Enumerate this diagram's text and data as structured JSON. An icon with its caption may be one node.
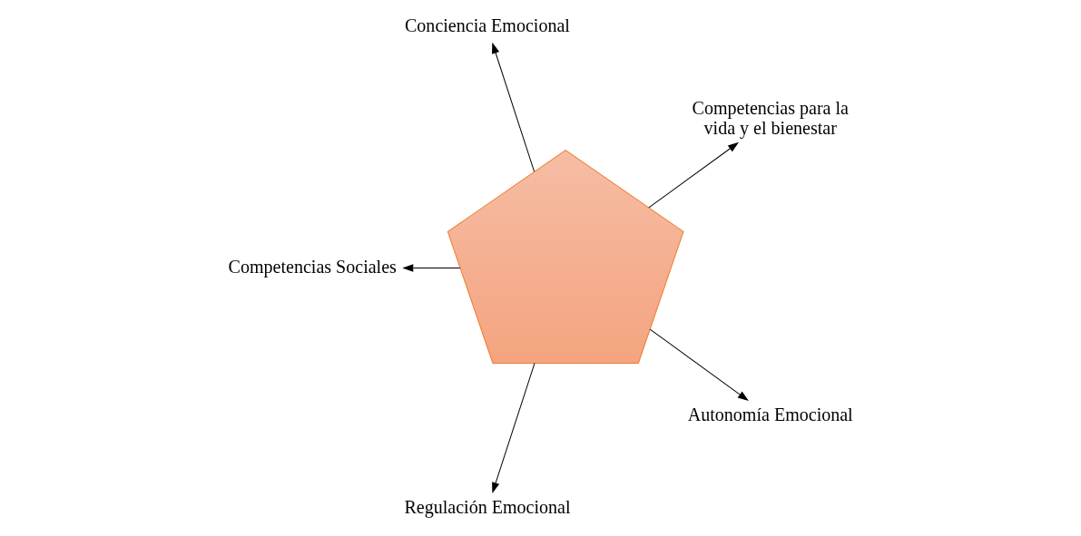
{
  "diagram": {
    "nodes": [
      {
        "text": [],
        "shape": "pentagon"
      },
      {
        "text": [
          "Competencias para la vida y el bienestar"
        ]
      },
      {
        "text": [
          "Conciencia Emocional"
        ]
      },
      {
        "text": [
          "Competencias Sociales"
        ]
      },
      {
        "text": [
          "Regulación Emocional"
        ]
      },
      {
        "text": [
          "Autonomía Emocional"
        ]
      }
    ],
    "edges": [
      {
        "from": 0,
        "to": 1,
        "arrow": "to"
      },
      {
        "from": 0,
        "to": 2,
        "arrow": "to"
      },
      {
        "from": 0,
        "to": 3,
        "arrow": "to"
      },
      {
        "from": 0,
        "to": 4,
        "arrow": "to"
      },
      {
        "from": 0,
        "to": 5,
        "arrow": "to"
      }
    ]
  }
}
